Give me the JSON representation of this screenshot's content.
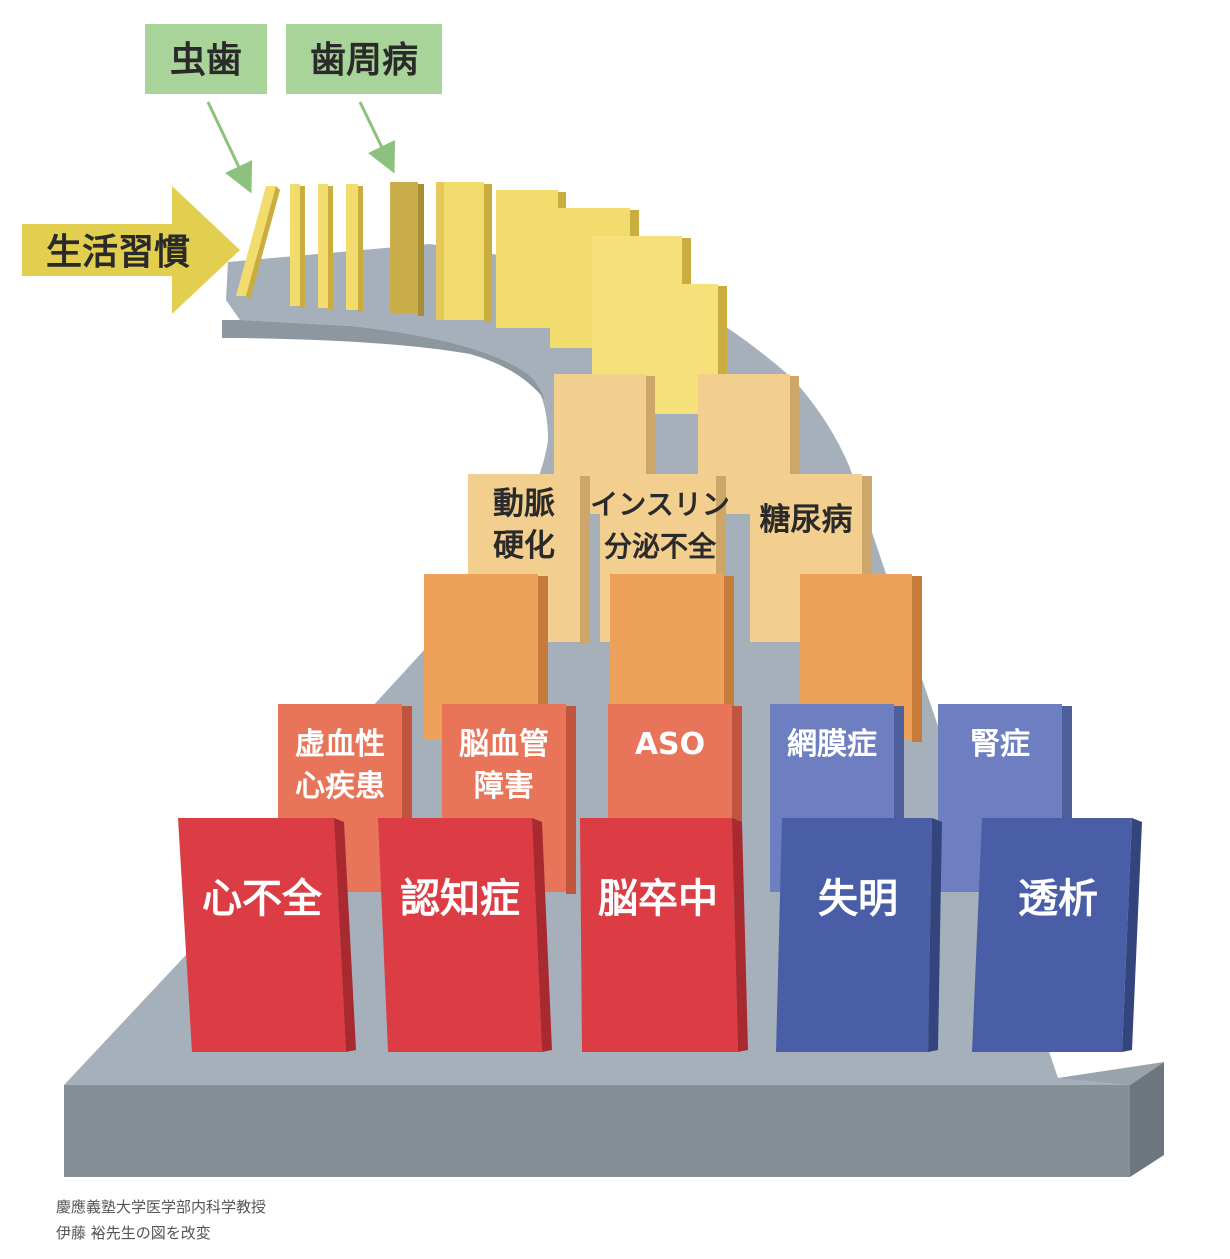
{
  "colors": {
    "platform_top": "#a5b0ba",
    "platform_front": "#858f98",
    "platform_side": "#6d767e",
    "callout_bg": "#a8d49a",
    "callout_arrow": "#8cc27e",
    "lifestyle_arrow": "#e3cf4f",
    "domino_yellow": "#f3dc6e",
    "domino_light_orange": "#f2cf8e",
    "domino_orange": "#eea15a",
    "domino_salmon": "#e8745a",
    "domino_red": "#dc3d45",
    "domino_blue_light": "#6d7fc0",
    "domino_blue": "#4a5ea8"
  },
  "arrow": {
    "lifestyle": "生活習慣"
  },
  "callouts": {
    "caries": "虫歯",
    "periodontal": "歯周病"
  },
  "labels": {
    "arteriosclerosis": [
      "動脈",
      "硬化"
    ],
    "insulin": [
      "インスリン",
      "分泌不全"
    ],
    "diabetes": "糖尿病",
    "ischemic_heart": [
      "虚血性",
      "心疾患"
    ],
    "cerebrovascular": [
      "脳血管",
      "障害"
    ],
    "aso": "ASO",
    "retinopathy": "網膜症",
    "nephropathy": "腎症",
    "heart_failure": "心不全",
    "dementia": "認知症",
    "stroke": "脳卒中",
    "blindness": "失明",
    "dialysis": "透析"
  },
  "credit": [
    "慶應義塾大学医学部内科学教授",
    "伊藤 裕先生の図を改変"
  ]
}
